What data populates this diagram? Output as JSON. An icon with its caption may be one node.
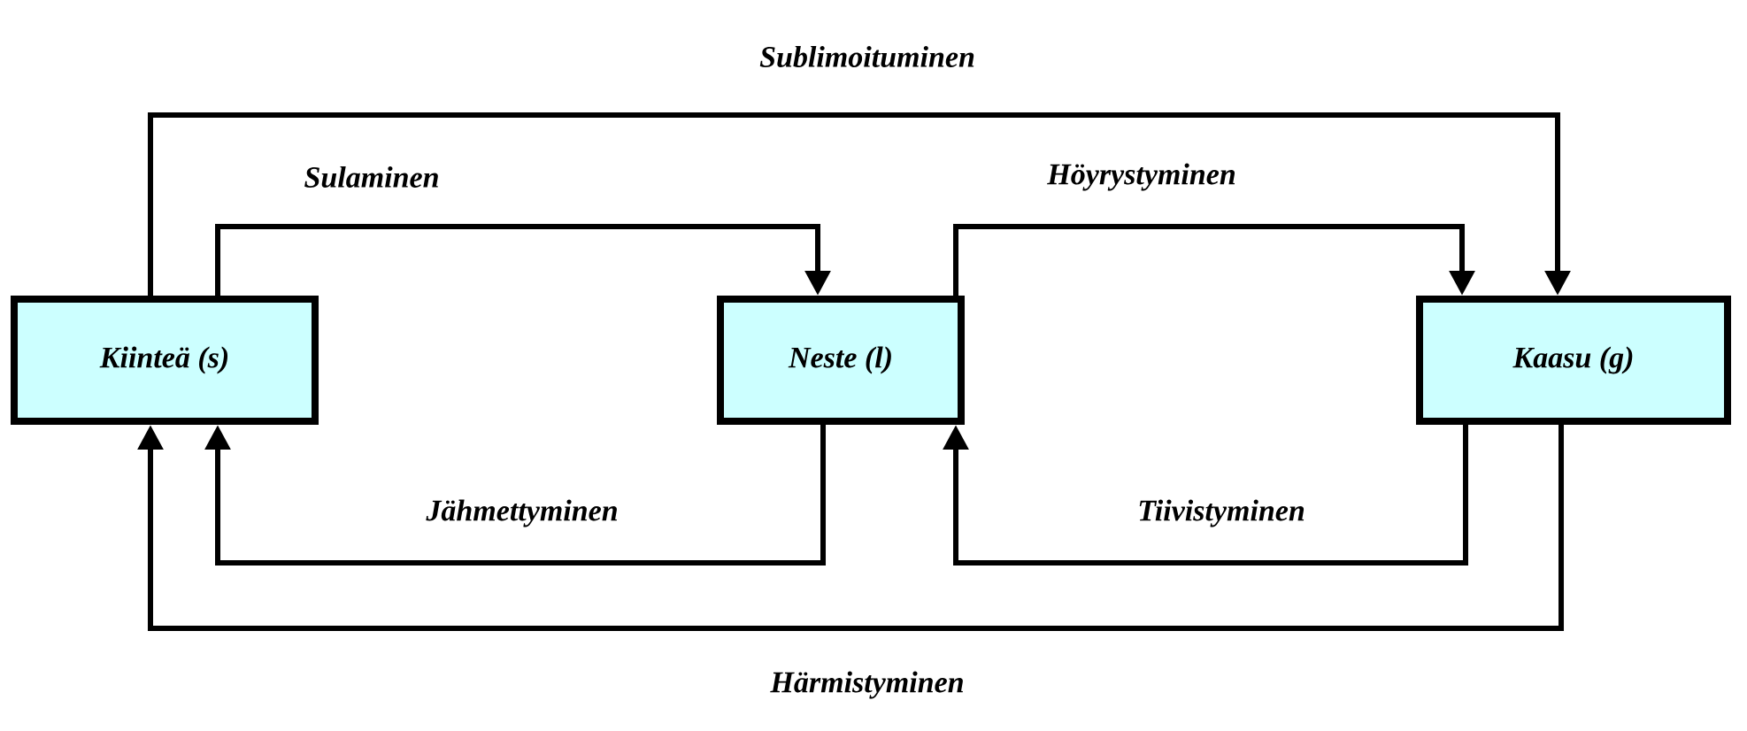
{
  "diagram": {
    "nodes": [
      {
        "text": [
          "Kiinteä (s)"
        ]
      },
      {
        "text": [
          "Neste (l)"
        ]
      },
      {
        "text": [
          "Kaasu (g)"
        ]
      }
    ],
    "edges": [
      {
        "from": 0,
        "to": 2,
        "arrow": "to",
        "label": "Sublimoituminen"
      },
      {
        "from": 0,
        "to": 1,
        "arrow": "to",
        "label": "Sulaminen"
      },
      {
        "from": 1,
        "to": 2,
        "arrow": "to",
        "label": "Höyrystyminen"
      },
      {
        "from": 1,
        "to": 0,
        "arrow": "to",
        "label": "Jähmettyminen"
      },
      {
        "from": 2,
        "to": 1,
        "arrow": "to",
        "label": "Tiivistyminen"
      },
      {
        "from": 2,
        "to": 0,
        "arrow": "to",
        "label": "Härmistyminen"
      }
    ]
  }
}
